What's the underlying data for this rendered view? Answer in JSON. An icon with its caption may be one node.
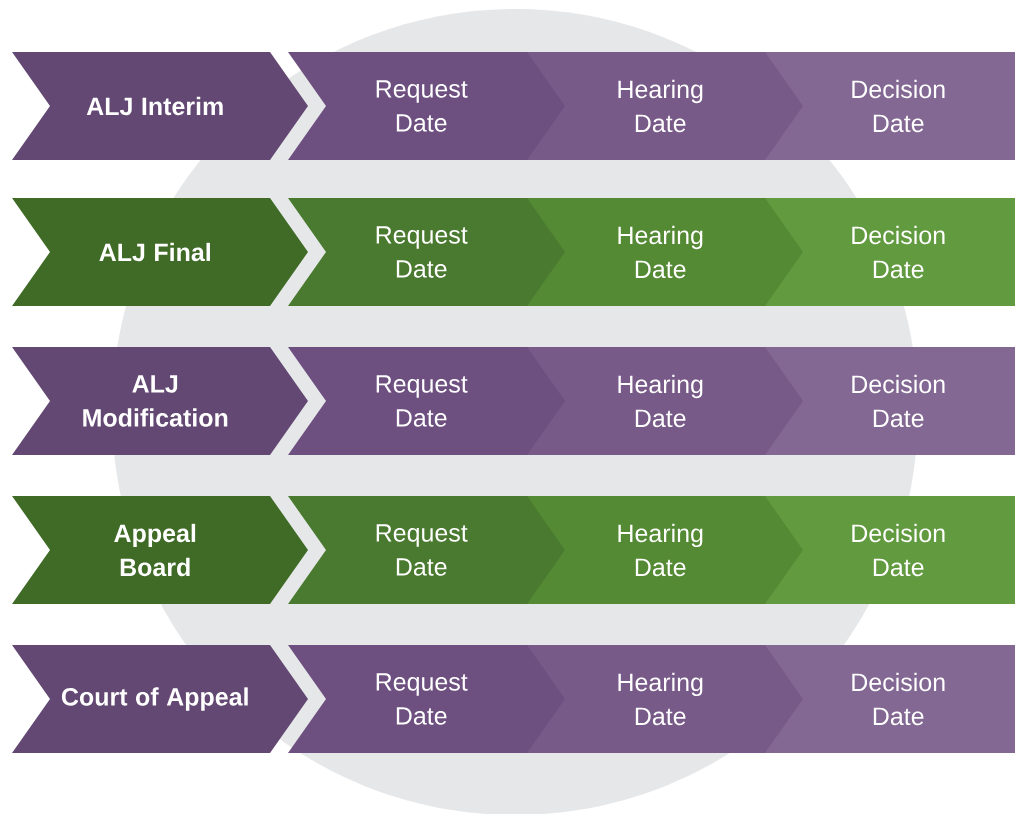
{
  "diagram": {
    "nodes": [
      {
        "text": [
          "ALJ Interim"
        ]
      },
      {
        "text": [
          "Request Date"
        ]
      },
      {
        "text": [
          "Hearing Date"
        ]
      },
      {
        "text": [
          "Decision Date"
        ]
      },
      {
        "text": [
          "ALJ Final"
        ]
      },
      {
        "text": [
          "Request Date"
        ]
      },
      {
        "text": [
          "Hearing Date"
        ]
      },
      {
        "text": [
          "Decision Date"
        ]
      },
      {
        "text": [
          "ALJ Modification"
        ]
      },
      {
        "text": [
          "Request Date"
        ]
      },
      {
        "text": [
          "Hearing Date"
        ]
      },
      {
        "text": [
          "Decision Date"
        ]
      },
      {
        "text": [
          "Appeal Board"
        ]
      },
      {
        "text": [
          "Request Date"
        ]
      },
      {
        "text": [
          "Hearing Date"
        ]
      },
      {
        "text": [
          "Decision Date"
        ]
      },
      {
        "text": [
          "Court of Appeal"
        ]
      },
      {
        "text": [
          "Request Date"
        ]
      },
      {
        "text": [
          "Hearing Date"
        ]
      },
      {
        "text": [
          "Decision Date"
        ]
      }
    ]
  }
}
